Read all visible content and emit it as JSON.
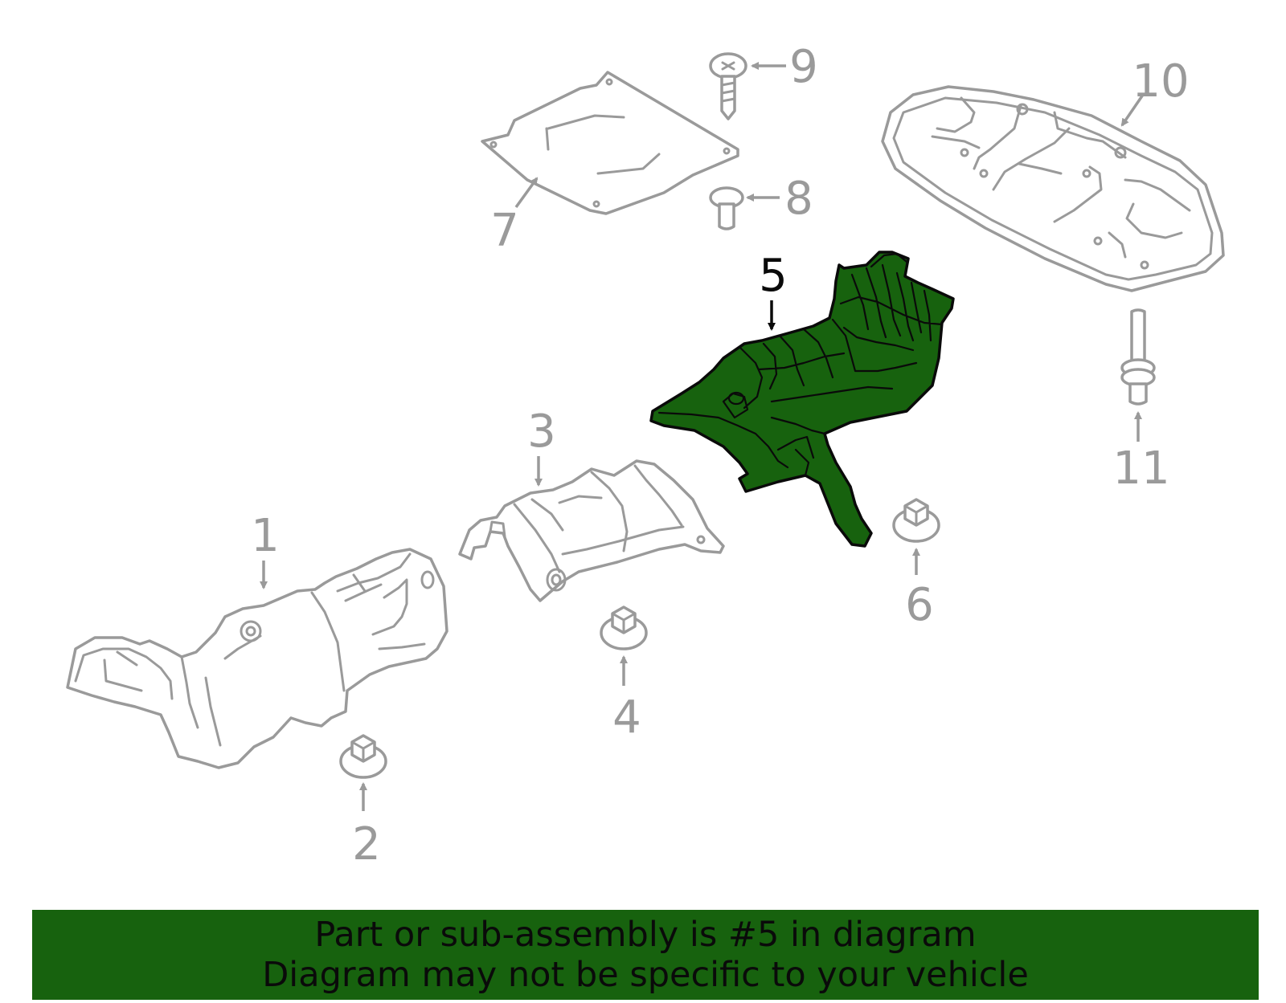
{
  "diagram": {
    "highlighted_part": "5",
    "highlight_color": "#17620e",
    "part_color": "#9a9a9a",
    "callouts": {
      "c1": "1",
      "c2": "2",
      "c3": "3",
      "c4": "4",
      "c5": "5",
      "c6": "6",
      "c7": "7",
      "c8": "8",
      "c9": "9",
      "c10": "10",
      "c11": "11"
    }
  },
  "banner": {
    "line1": "Part or sub-assembly is #5 in diagram",
    "line2": "Diagram may not be specific to your vehicle",
    "background": "#17620e"
  }
}
